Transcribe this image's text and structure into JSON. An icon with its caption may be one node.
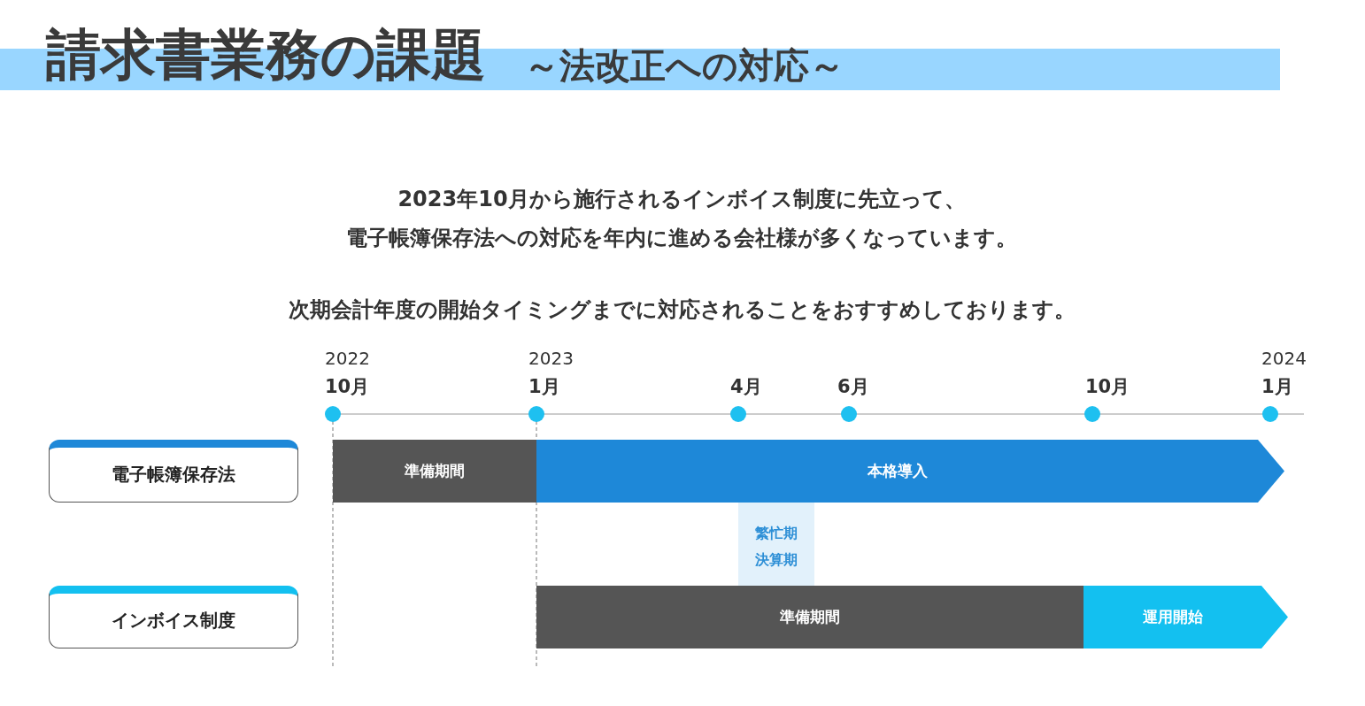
{
  "diagram": {
    "title": "請求書業務の課題",
    "nodes": [
      {
        "text": [
          "電子帳簿保存法"
        ]
      },
      {
        "text": [
          "準備期間"
        ]
      },
      {
        "text": [
          "本格導入"
        ]
      },
      {
        "text": [
          "繁忙期",
          "決算期"
        ]
      },
      {
        "text": [
          "インボイス制度"
        ]
      },
      {
        "text": [
          "準備期間"
        ]
      },
      {
        "text": [
          "運用開始"
        ]
      }
    ],
    "labels": [
      "～法改正への対応～",
      "2023年10月から施行されるインボイス制度に先立って、電子帳簿保存法への対応を年内に進める会社様が多くなっています。",
      "次期会計年度の開始タイミングまでに対応されることをおすすめしております。",
      "2022",
      "10月",
      "2023",
      "1月",
      "4月",
      "6月",
      "10月",
      "2024",
      "1月"
    ]
  }
}
